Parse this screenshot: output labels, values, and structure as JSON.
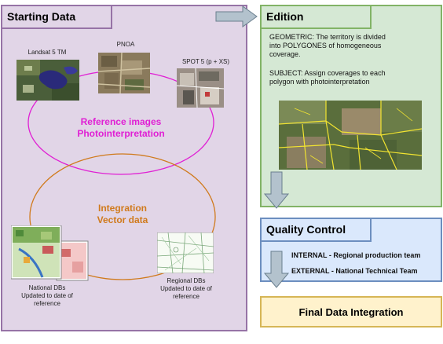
{
  "starting_data": {
    "title": "Starting Data",
    "reference_ellipse": {
      "line1": "Reference images",
      "line2": "Photointerpretation"
    },
    "vector_ellipse": {
      "line1": "Integration",
      "line2": "Vector data"
    },
    "images": {
      "landsat": "Landsat 5 TM",
      "pnoa": "PNOA",
      "spot": "SPOT 5 (p + XS)"
    },
    "national_dbs": [
      "National DBs",
      "Updated to date of",
      "reference"
    ],
    "regional_dbs": [
      "Regional DBs",
      "Updated to date of",
      "reference"
    ]
  },
  "edition": {
    "title": "Edition",
    "geometric": [
      "GEOMETRIC: The territory is divided",
      "into POLYGONES of homogeneous",
      "coverage."
    ],
    "subject": [
      "SUBJECT: Assign coverages to each",
      "polygon with photointerpretation"
    ]
  },
  "quality_control": {
    "title": "Quality Control",
    "internal": "INTERNAL - Regional production team",
    "external": "EXTERNAL - National Technical Team"
  },
  "final": {
    "title": "Final Data Integration"
  },
  "colors": {
    "starting_bg": "#e1d5e7",
    "starting_border": "#9673a6",
    "edition_bg": "#d5e8d4",
    "edition_border": "#82b366",
    "qc_bg": "#dae8fc",
    "qc_border": "#6c8ebf",
    "final_bg": "#fff2cc",
    "final_border": "#d6b656",
    "magenta": "#e01fd4",
    "orange": "#d07a1c",
    "arrow": "#b0c0cc"
  }
}
